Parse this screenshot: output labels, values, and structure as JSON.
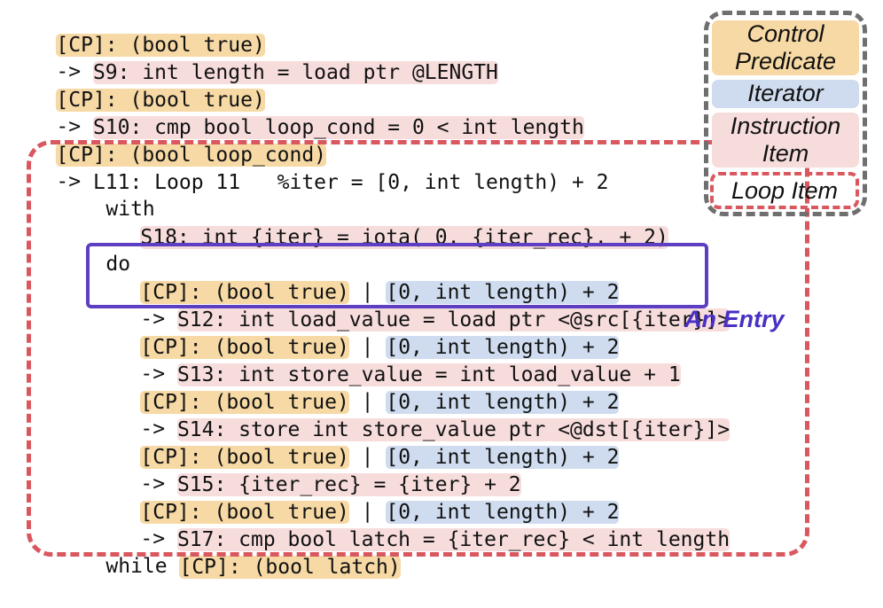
{
  "code": {
    "l1": {
      "cp": "[CP]: (bool true)"
    },
    "l2": {
      "arrow": "-> ",
      "ins": "S9: int length = load ptr @LENGTH"
    },
    "l3": {
      "cp": "[CP]: (bool true)"
    },
    "l4": {
      "arrow": "-> ",
      "ins": "S10: cmp bool loop_cond = 0 < int length"
    },
    "l5": {
      "cp": "[CP]: (bool loop_cond)"
    },
    "l6": {
      "arrow": "-> ",
      "ins": "L11: Loop 11   %iter = [0, int length) + 2"
    },
    "l7": {
      "text": "with"
    },
    "l8": {
      "ins": "S18: int {iter} = iota( 0, {iter_rec}, + 2)"
    },
    "l9": {
      "text": "do"
    },
    "l10": {
      "cp": "[CP]: (bool true)",
      "sep": " | ",
      "iter": "[0, int length) + 2"
    },
    "l11": {
      "arrow": "-> ",
      "ins": "S12: int load_value = load ptr <@src[{iter}]>"
    },
    "l12": {
      "cp": "[CP]: (bool true)",
      "sep": " | ",
      "iter": "[0, int length) + 2"
    },
    "l13": {
      "arrow": "-> ",
      "ins": "S13: int store_value = int load_value + 1"
    },
    "l14": {
      "cp": "[CP]: (bool true)",
      "sep": " | ",
      "iter": "[0, int length) + 2"
    },
    "l15": {
      "arrow": "-> ",
      "ins": "S14: store int store_value ptr <@dst[{iter}]>"
    },
    "l16": {
      "cp": "[CP]: (bool true)",
      "sep": " | ",
      "iter": "[0, int length) + 2"
    },
    "l17": {
      "arrow": "-> ",
      "ins": "S15: {iter_rec} = {iter} + 2"
    },
    "l18": {
      "cp": "[CP]: (bool true)",
      "sep": " | ",
      "iter": "[0, int length) + 2"
    },
    "l19": {
      "arrow": "-> ",
      "ins": "S17: cmp bool latch = {iter_rec} < int length"
    },
    "l20": {
      "text": "while ",
      "cp": "[CP]: (bool latch)"
    }
  },
  "entry_label": "An Entry",
  "legend": {
    "control_predicate_line1": "Control",
    "control_predicate_line2": "Predicate",
    "iterator": "Iterator",
    "instruction_item_line1": "Instruction",
    "instruction_item_line2": "Item",
    "loop_item": "Loop Item"
  },
  "colors": {
    "control_predicate": "#f6d9a4",
    "iterator": "#cfdcef",
    "instruction_item": "#f7dcdc",
    "loop_item_border": "#d9575e",
    "entry_border": "#5c3fc2",
    "legend_border": "#6f6f6f"
  }
}
